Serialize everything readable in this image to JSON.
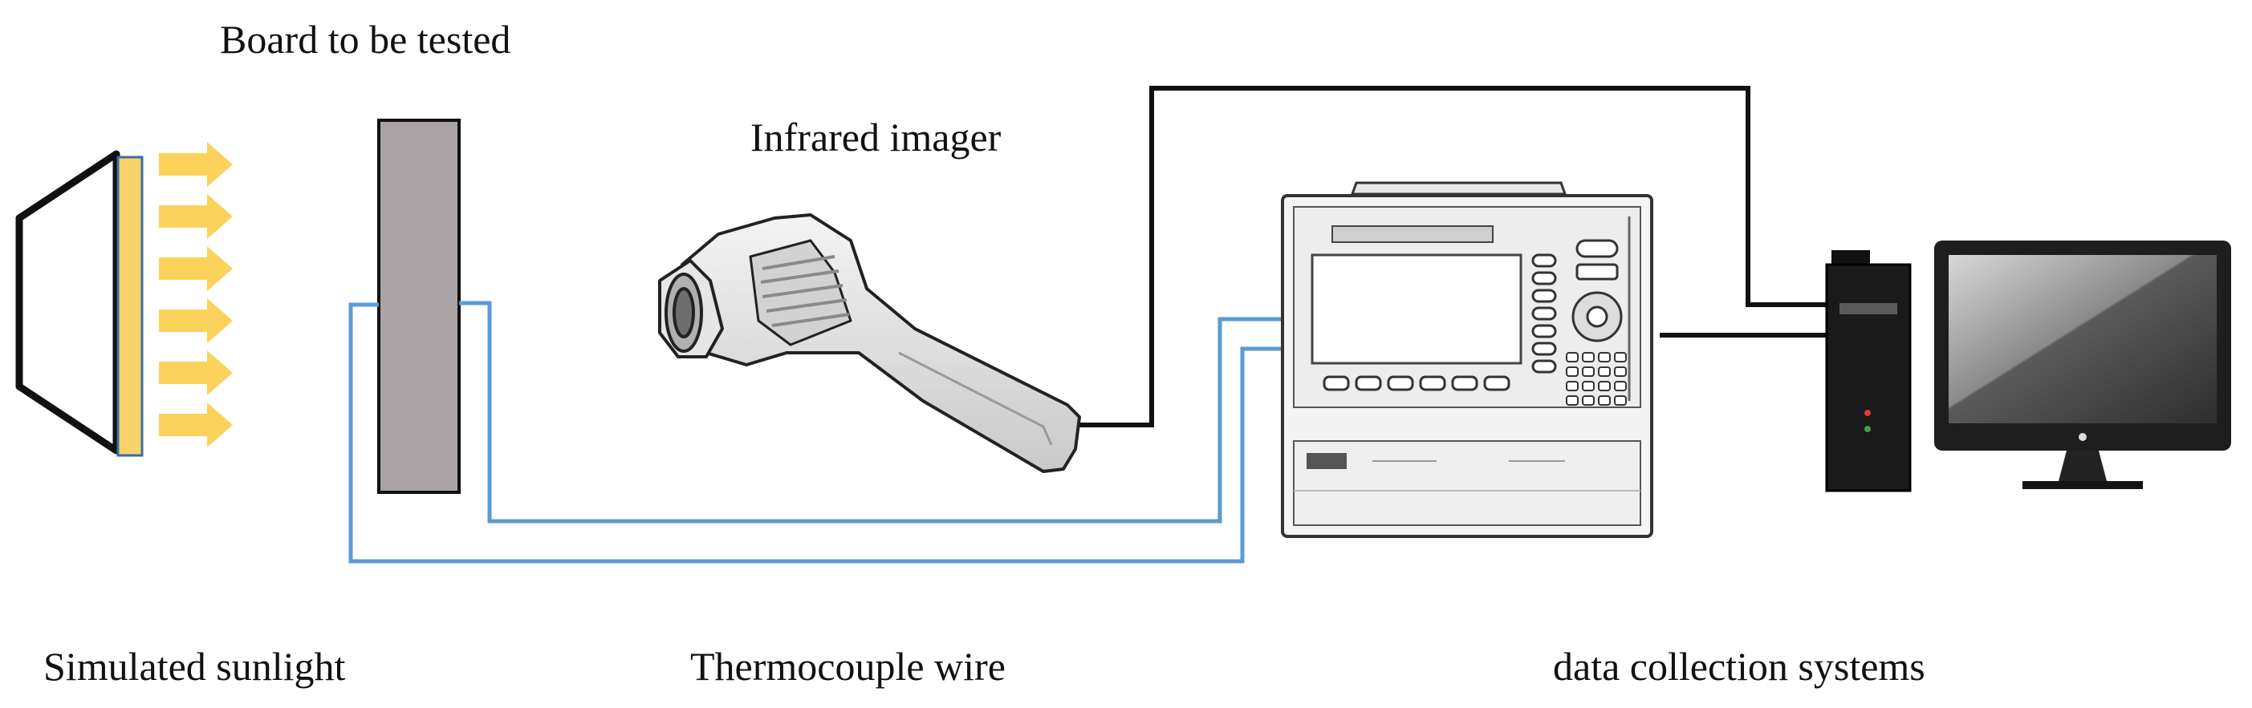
{
  "labels": {
    "board": "Board to be tested",
    "imager": "Infrared imager",
    "sunlight": "Simulated sunlight",
    "thermocouple": "Thermocouple wire",
    "daq": "data collection systems"
  },
  "colors": {
    "lamp_outline": "#111111",
    "filter_fill": "#f8d36a",
    "arrow_fill": "#fbd35b",
    "board_fill": "#a9a3a5",
    "thermocouple_wire": "#5b9bd5",
    "signal_wire": "#111111",
    "monitor_frame": "#1e1e1e",
    "pc_tower": "#1a1a1a"
  },
  "icons": {
    "lamp": "lamp-housing-icon",
    "imager": "infrared-imager-icon",
    "recorder": "data-recorder-icon",
    "tower": "pc-tower-icon",
    "monitor": "monitor-icon"
  }
}
